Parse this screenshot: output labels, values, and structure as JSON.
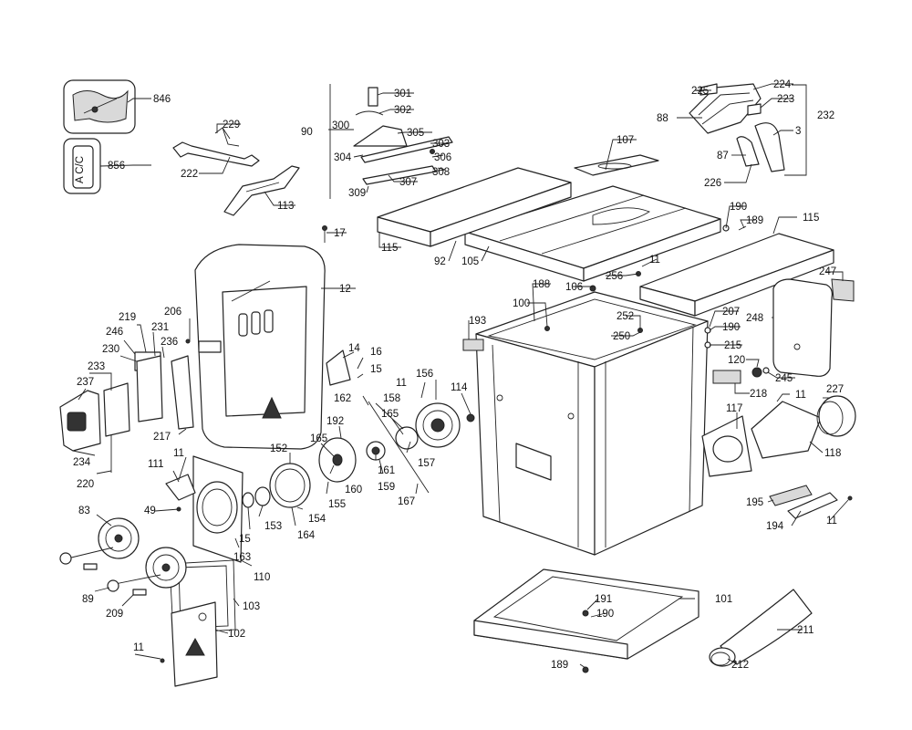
{
  "callouts": [
    "846",
    "856",
    "229",
    "222",
    "113",
    "300",
    "301",
    "302",
    "305",
    "90",
    "304",
    "303",
    "306",
    "308",
    "307",
    "309",
    "107",
    "225",
    "224",
    "223",
    "88",
    "232",
    "3",
    "87",
    "226",
    "17",
    "12",
    "115",
    "92",
    "105",
    "190",
    "189",
    "115",
    "11",
    "256",
    "188",
    "106",
    "100",
    "193",
    "252",
    "250",
    "207",
    "190",
    "215",
    "120",
    "245",
    "248",
    "247",
    "218",
    "11",
    "227",
    "219",
    "246",
    "230",
    "231",
    "236",
    "206",
    "233",
    "237",
    "234",
    "220",
    "217",
    "14",
    "16",
    "15",
    "11",
    "156",
    "114",
    "162",
    "158",
    "165",
    "165",
    "192",
    "161",
    "157",
    "160",
    "159",
    "155",
    "167",
    "154",
    "164",
    "152",
    "153",
    "15",
    "163",
    "110",
    "111",
    "11",
    "49",
    "83",
    "89",
    "209",
    "103",
    "102",
    "11",
    "117",
    "118",
    "195",
    "194",
    "11",
    "101",
    "191",
    "190",
    "211",
    "212",
    "189"
  ]
}
